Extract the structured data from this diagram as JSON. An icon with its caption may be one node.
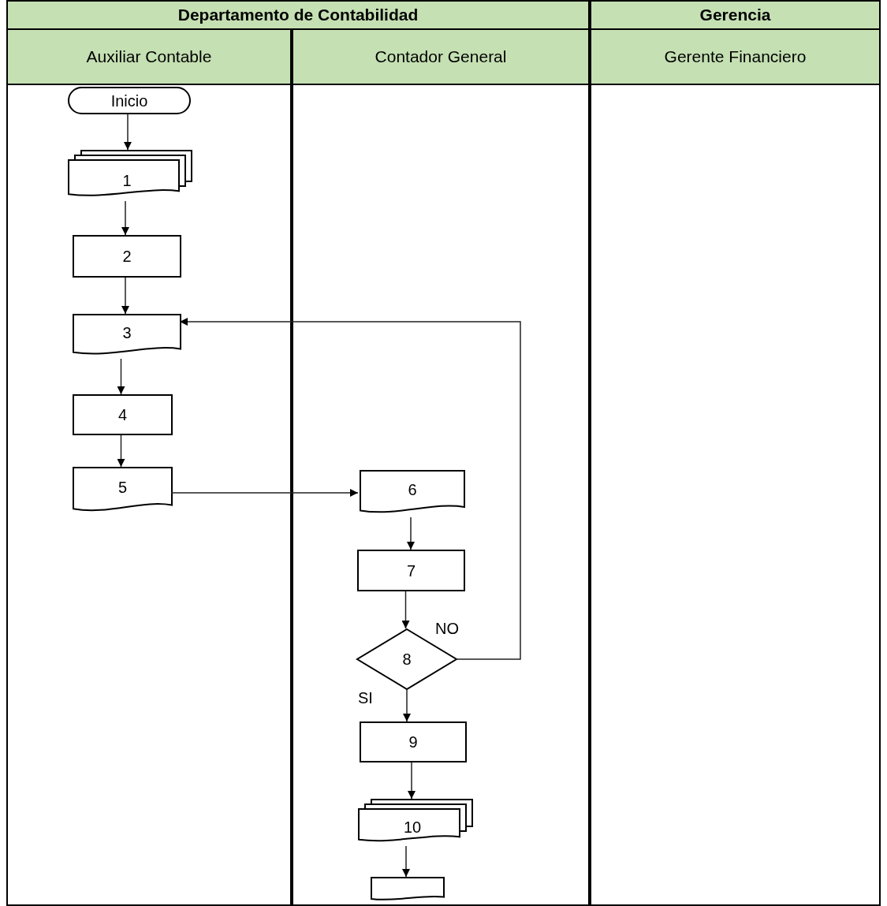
{
  "diagram": {
    "nodes": [
      {
        "text": [
          "Departamento de Contabilidad"
        ]
      },
      {
        "text": [
          "Gerencia"
        ]
      },
      {
        "text": [
          "Auxiliar Contable"
        ]
      },
      {
        "text": [
          "Contador General"
        ]
      },
      {
        "text": [
          "Gerente Financiero"
        ]
      },
      {
        "text": [
          "Inicio"
        ],
        "in": 2
      },
      {
        "text": [
          "1"
        ],
        "in": 2
      },
      {
        "text": [
          "2"
        ],
        "in": 2
      },
      {
        "text": [
          "3"
        ],
        "in": 2
      },
      {
        "text": [
          "4"
        ],
        "in": 2
      },
      {
        "text": [
          "5"
        ],
        "in": 2
      },
      {
        "text": [
          "6"
        ],
        "in": 3
      },
      {
        "text": [
          "7"
        ],
        "in": 3
      },
      {
        "text": [
          "8"
        ],
        "in": 3
      },
      {
        "text": [
          "9"
        ],
        "in": 3
      },
      {
        "text": [
          "10"
        ],
        "in": 3
      },
      {
        "text": [],
        "shape": "document",
        "in": 3
      }
    ],
    "edges": [
      {
        "from": 5,
        "to": 6,
        "arrow": "to"
      },
      {
        "from": 6,
        "to": 7,
        "arrow": "to"
      },
      {
        "from": 7,
        "to": 8,
        "arrow": "to"
      },
      {
        "from": 8,
        "to": 9,
        "arrow": "to"
      },
      {
        "from": 9,
        "to": 10,
        "arrow": "to"
      },
      {
        "from": 10,
        "to": 11,
        "arrow": "to"
      },
      {
        "from": 11,
        "to": 12,
        "arrow": "to"
      },
      {
        "from": 12,
        "to": 13,
        "arrow": "to"
      },
      {
        "from": 13,
        "to": 8,
        "label": "NO",
        "arrow": "to"
      },
      {
        "from": 13,
        "to": 14,
        "label": "SI",
        "arrow": "to"
      },
      {
        "from": 14,
        "to": 15,
        "arrow": "to"
      },
      {
        "from": 15,
        "to": 16,
        "arrow": "to"
      }
    ]
  }
}
